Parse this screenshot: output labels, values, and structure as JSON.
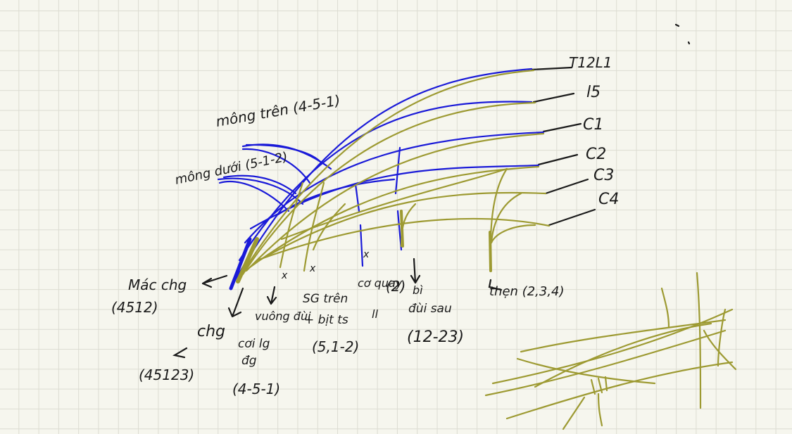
{
  "nerve_labels": {
    "t12": "T12L1",
    "l5": "l5",
    "c1": "C1",
    "c2": "C2",
    "c3": "C3",
    "c4": "C4"
  },
  "top_labels": {
    "mong_tren": "mông trên (4-5-1)",
    "mong_duoi": "mông dưới (5-1-2)"
  },
  "bottom_labels": {
    "mac_dung": "Mác chg",
    "mac_dung_roots": "(4512)",
    "chay": "chg",
    "chay_roots": "(45123)",
    "vuong_dui": "vuông đùi",
    "coi_dung": "cơi lg",
    "coi_dung_sub": "đg",
    "coi_dung_roots": "(4-5-1)",
    "sinh_doi": "SG trên",
    "bit_trong": "+ bịt ts",
    "bit_roots": "(5,1-2)",
    "co_quay": "cơ quay",
    "co_quay_sub": "ll",
    "nguoi_2": "(2)",
    "bi": "bì",
    "dui_sau": "đùi sau",
    "dui_sau_roots": "(12-23)",
    "then": "thẹn (2,3,4)"
  },
  "marks": {
    "x1": "x",
    "x2": "x",
    "x3": "x"
  },
  "colors": {
    "posterior_division": "#1a1ad8",
    "anterior_division": "#9d9a32",
    "ink": "#1a1a1a"
  }
}
